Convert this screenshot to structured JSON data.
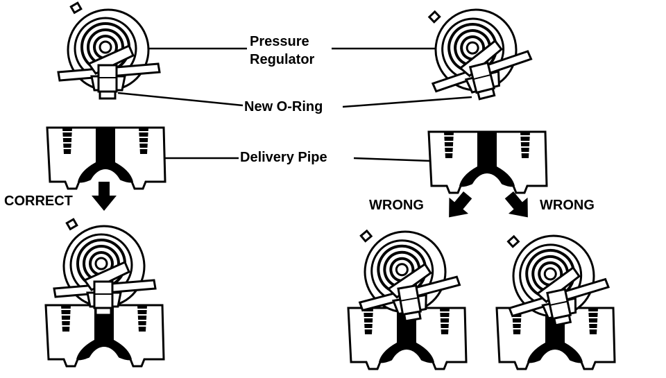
{
  "labels": {
    "pressure_regulator_line1": "Pressure",
    "pressure_regulator_line2": "Regulator",
    "new_o_ring": "New O-Ring",
    "delivery_pipe": "Delivery Pipe",
    "correct": "CORRECT",
    "wrong": "WRONG"
  },
  "colors": {
    "line": "#000000",
    "fill": "#ffffff"
  }
}
